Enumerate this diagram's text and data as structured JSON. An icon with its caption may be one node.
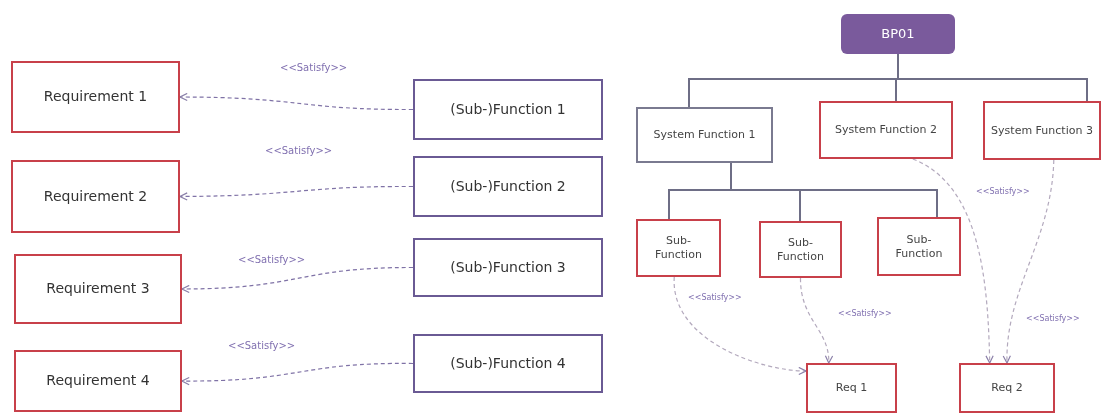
{
  "diagram": {
    "nodes": [
      {
        "text": [
          "Requirement 1"
        ]
      },
      {
        "text": [
          "Requirement 2"
        ]
      },
      {
        "text": [
          "Requirement 3"
        ]
      },
      {
        "text": [
          "Requirement 4"
        ]
      },
      {
        "text": [
          "(Sub-)Function 1"
        ]
      },
      {
        "text": [
          "(Sub-)Function 2"
        ]
      },
      {
        "text": [
          "(Sub-)Function 3"
        ]
      },
      {
        "text": [
          "(Sub-)Function 4"
        ]
      },
      {
        "text": [
          "BP01"
        ]
      },
      {
        "text": [
          "System Function 1"
        ]
      },
      {
        "text": [
          "System Function 2"
        ]
      },
      {
        "text": [
          "System Function 3"
        ]
      },
      {
        "text": [
          "Sub- Function"
        ]
      },
      {
        "text": [
          "Sub- Function"
        ]
      },
      {
        "text": [
          "Sub- Function"
        ]
      },
      {
        "text": [
          "Req 1"
        ]
      },
      {
        "text": [
          "Req 2"
        ]
      }
    ],
    "edges": [
      {
        "from": 4,
        "to": 0,
        "arrow": "to",
        "label": "<<Satisfy>>",
        "style": "dashed"
      },
      {
        "from": 5,
        "to": 1,
        "arrow": "to",
        "label": "<<Satisfy>>",
        "style": "dashed"
      },
      {
        "from": 6,
        "to": 2,
        "arrow": "to",
        "label": "<<Satisfy>>",
        "style": "dashed"
      },
      {
        "from": 7,
        "to": 3,
        "arrow": "to",
        "label": "<<Satisfy>>",
        "style": "dashed"
      },
      {
        "from": 8,
        "to": 9,
        "arrow": "none"
      },
      {
        "from": 8,
        "to": 10,
        "arrow": "none"
      },
      {
        "from": 8,
        "to": 11,
        "arrow": "none"
      },
      {
        "from": 9,
        "to": 12,
        "arrow": "none"
      },
      {
        "from": 9,
        "to": 13,
        "arrow": "none"
      },
      {
        "from": 9,
        "to": 14,
        "arrow": "none"
      },
      {
        "from": 10,
        "to": 16,
        "arrow": "to",
        "label": "<<Satisfy>>",
        "style": "dashed"
      },
      {
        "from": 12,
        "to": 15,
        "arrow": "to",
        "label": "<<Satisfy>>",
        "style": "dashed"
      },
      {
        "from": 13,
        "to": 15,
        "arrow": "to",
        "label": "<<Satisfy>>",
        "style": "dashed"
      },
      {
        "from": 11,
        "to": 16,
        "arrow": "to",
        "label": "<<Satisfy>>",
        "style": "dashed"
      }
    ]
  }
}
